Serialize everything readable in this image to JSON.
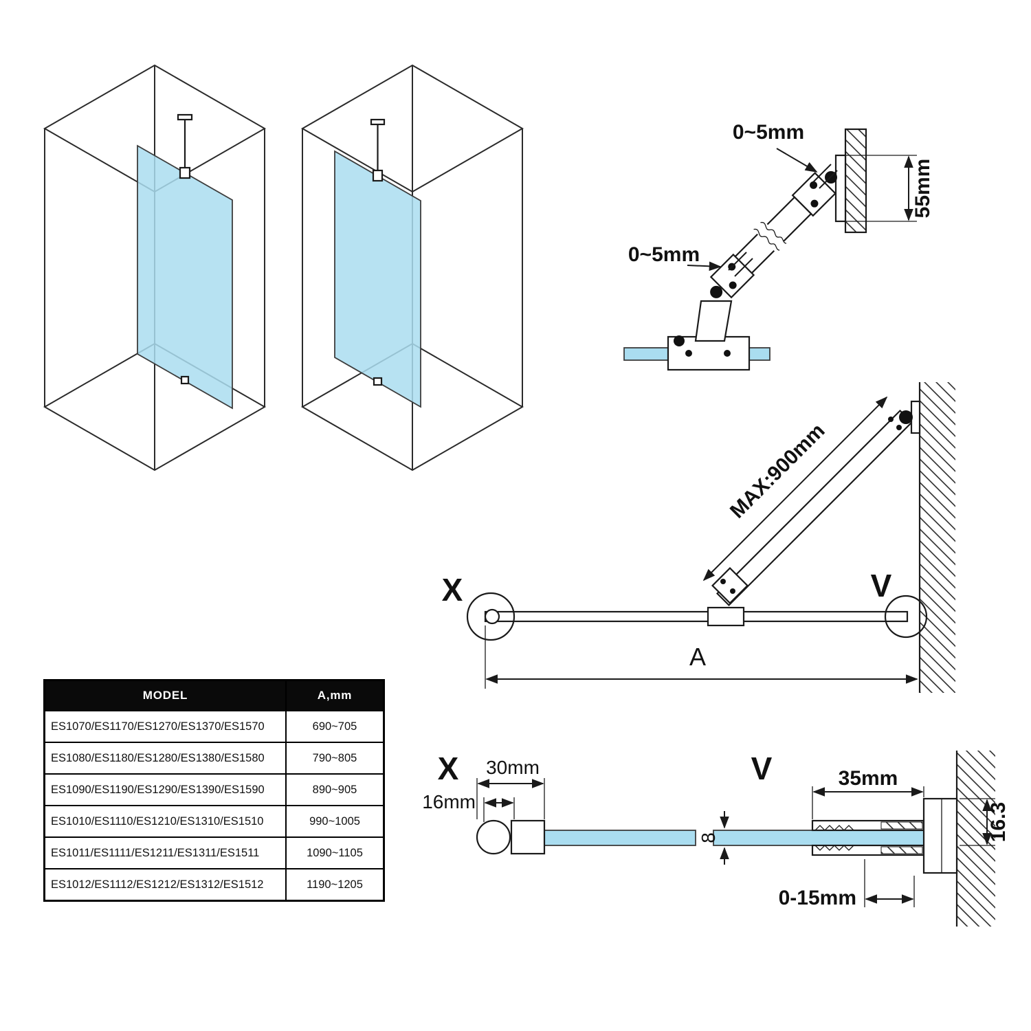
{
  "colors": {
    "glass": "#aaddf0",
    "line": "#1a1a1a",
    "headerBg": "#0a0a0a",
    "headerText": "#ffffff"
  },
  "bracket_detail": {
    "gap_top": "0~5mm",
    "gap_mid": "0~5mm",
    "plate_height": "55mm"
  },
  "assembly": {
    "max_length": "MAX:900mm",
    "width_label": "A",
    "callout_x": "X",
    "callout_v": "V"
  },
  "detail_x": {
    "label": "X",
    "width": "30mm",
    "offset": "16mm"
  },
  "detail_v": {
    "label": "V",
    "depth": "35mm",
    "height": "16.3",
    "glass_thickness": "8",
    "adjust_range": "0-15mm"
  },
  "table": {
    "headers": {
      "model": "MODEL",
      "a": "A,mm"
    },
    "rows": [
      {
        "model": "ES1070/ES1170/ES1270/ES1370/ES1570",
        "a": "690~705"
      },
      {
        "model": "ES1080/ES1180/ES1280/ES1380/ES1580",
        "a": "790~805"
      },
      {
        "model": "ES1090/ES1190/ES1290/ES1390/ES1590",
        "a": "890~905"
      },
      {
        "model": "ES1010/ES1110/ES1210/ES1310/ES1510",
        "a": "990~1005"
      },
      {
        "model": "ES1011/ES1111/ES1211/ES1311/ES1511",
        "a": "1090~1105"
      },
      {
        "model": "ES1012/ES1112/ES1212/ES1312/ES1512",
        "a": "1190~1205"
      }
    ]
  }
}
